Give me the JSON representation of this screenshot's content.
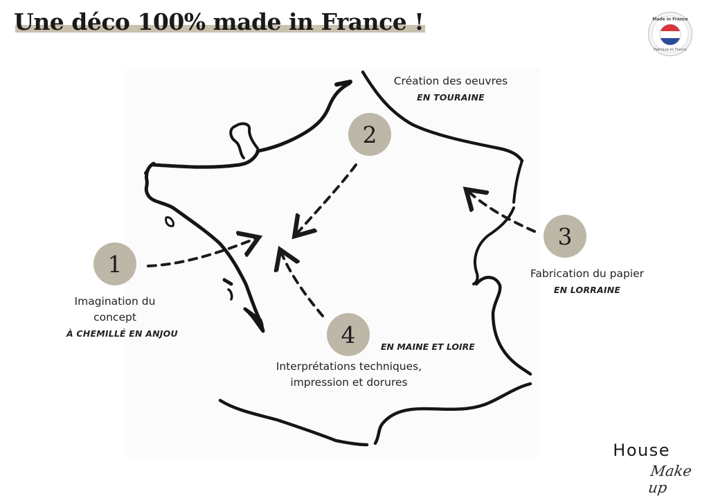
{
  "header": {
    "title": "Une déco 100% made in France !"
  },
  "badge": {
    "top_text": "Made in France",
    "bottom_text": "Fabriqué en France",
    "flag_colors": [
      "#2b4a9a",
      "#ffffff",
      "#d8363b"
    ]
  },
  "steps": [
    {
      "number": "1",
      "lines": [
        "Imagination du",
        "concept"
      ],
      "location": "À CHEMILLÉ EN ANJOU"
    },
    {
      "number": "2",
      "lines": [
        "Création des oeuvres"
      ],
      "location": "EN TOURAINE"
    },
    {
      "number": "3",
      "lines": [
        "Fabrication du papier"
      ],
      "location": "EN LORRAINE"
    },
    {
      "number": "4",
      "lines": [
        "Interprétations techniques,",
        "impression et dorures"
      ],
      "location": "EN MAINE ET LOIRE"
    }
  ],
  "brand": {
    "name": "House",
    "tagline": "Make up"
  },
  "colors": {
    "accent": "#bdb7a7",
    "underline": "#c9c1ae",
    "ink": "#1a1a1a"
  }
}
